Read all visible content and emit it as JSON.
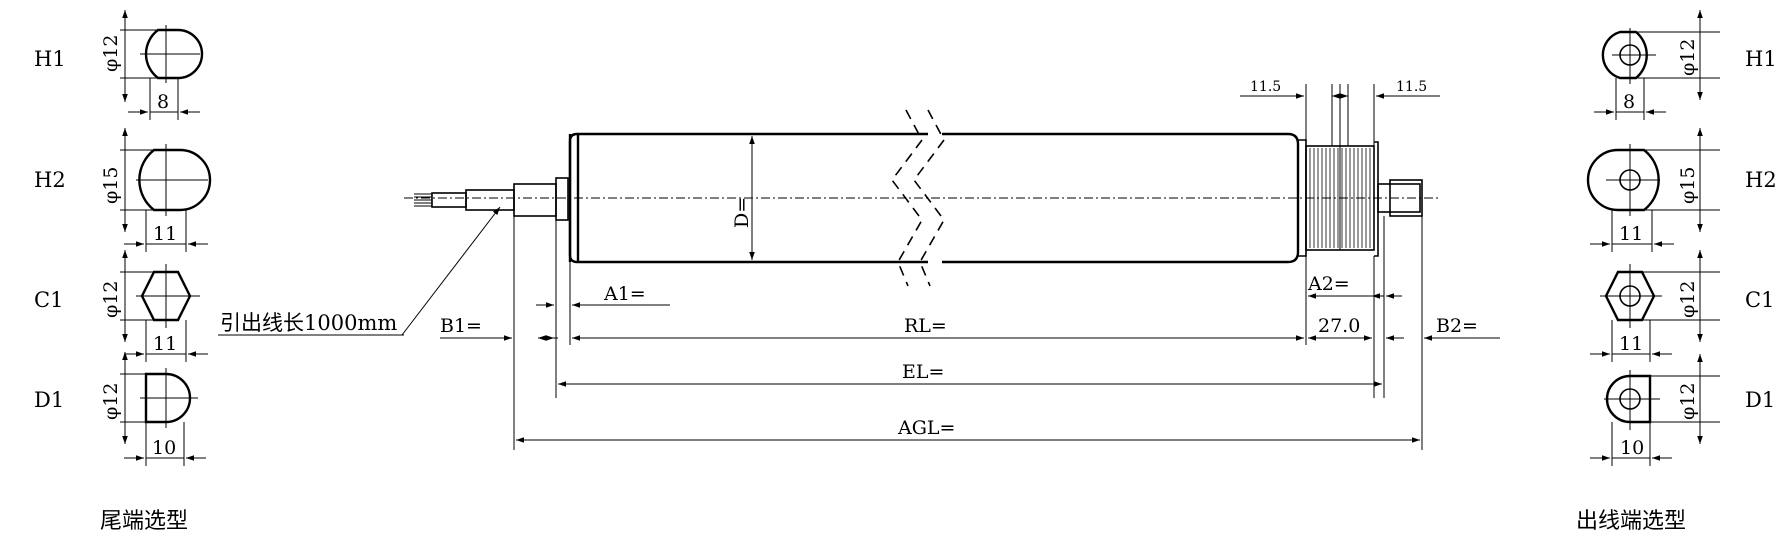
{
  "left_profiles": {
    "caption": "尾端选型",
    "items": [
      {
        "code": "H1",
        "diameter": "φ12",
        "width": "8"
      },
      {
        "code": "H2",
        "diameter": "φ15",
        "width": "11"
      },
      {
        "code": "C1",
        "diameter": "φ12",
        "width": "11"
      },
      {
        "code": "D1",
        "diameter": "φ12",
        "width": "10"
      }
    ]
  },
  "right_profiles": {
    "caption": "出线端选型",
    "items": [
      {
        "code": "H1",
        "diameter": "φ12",
        "width": "8"
      },
      {
        "code": "H2",
        "diameter": "φ15",
        "width": "11"
      },
      {
        "code": "C1",
        "diameter": "φ12",
        "width": "11"
      },
      {
        "code": "D1",
        "diameter": "φ12",
        "width": "10"
      }
    ]
  },
  "roller": {
    "cable_note": "引出线长1000mm",
    "diameter_label": "D=",
    "sprocket_left": "11.5",
    "sprocket_right": "11.5"
  },
  "dimensions": {
    "a1": "A1=",
    "a2": "A2=",
    "b1": "B1=",
    "b2": "B2=",
    "rl": "RL=",
    "sprocket_span": "27.0",
    "el": "EL=",
    "agl": "AGL="
  }
}
